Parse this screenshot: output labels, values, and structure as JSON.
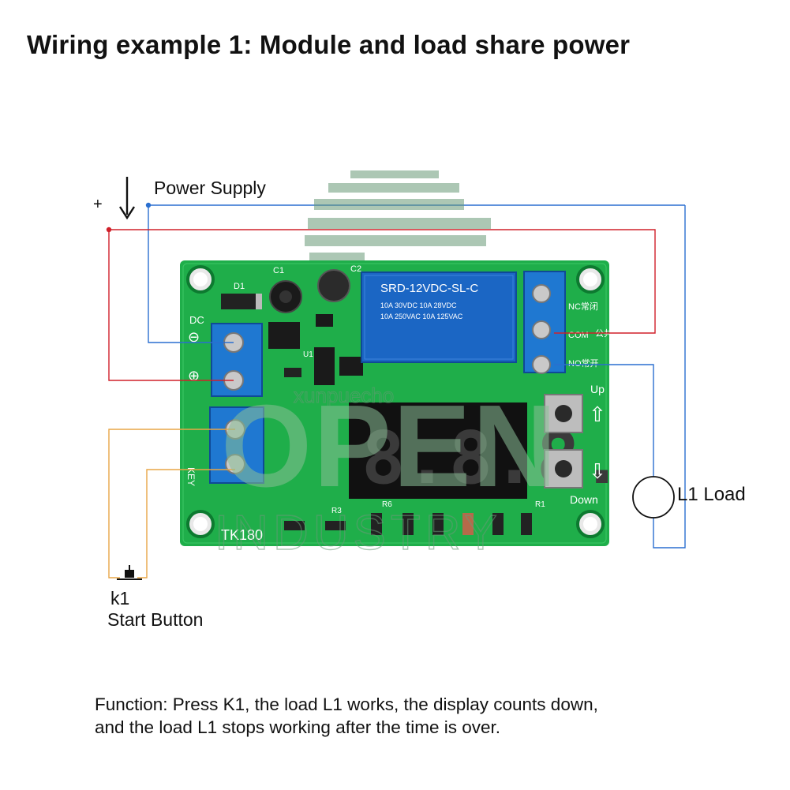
{
  "header": {
    "title": "Wiring example 1: Module and load share power"
  },
  "labels": {
    "power_supply": "Power Supply",
    "plus": "+",
    "load": "L1 Load",
    "k1": "k1",
    "start_button": "Start Button"
  },
  "board": {
    "relay_text": [
      "SRD-12VDC-SL-C",
      "10A 30VDC  10A 28VDC",
      "10A 250VAC  10A 125VAC"
    ],
    "dc_label": "DC",
    "minus_symbol": "⊖",
    "plus_symbol": "⊕",
    "key_label": "KEY",
    "nc_label": "NC常闭",
    "com_label": "COM",
    "com_cn": "公共",
    "no_label": "NO常开",
    "up_label": "Up",
    "down_label": "Down",
    "display": "8.8.8.",
    "c1": "C1",
    "c2": "C2",
    "d1": "D1",
    "u1": "U1",
    "r3": "R3",
    "r6": "R6",
    "r1": "R1",
    "model": "TK180"
  },
  "watermark": {
    "brand_small": "xunpuecho",
    "brand_big": "OPEN",
    "brand_sub": "INDUSTRY"
  },
  "function": {
    "line1": "Function: Press K1, the load L1 works, the display counts down,",
    "line2": "and the load L1 stops working after the time is over."
  },
  "colors": {
    "pcb": "#1fae4a",
    "relay": "#1b66c4",
    "terminal": "#1f78d1",
    "wire_red": "#d0202a",
    "wire_blue": "#2a6fd0",
    "wire_orange": "#e8a646",
    "display": "#111111",
    "watermark": "#6a9a78"
  }
}
